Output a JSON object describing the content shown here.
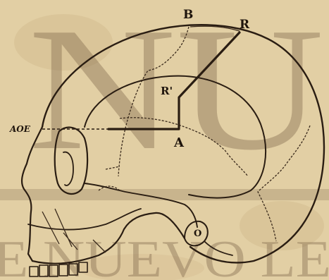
{
  "labels": {
    "b": "B",
    "r": "R",
    "r_prime": "R'",
    "a": "A",
    "aoe": "AOE",
    "o": "O"
  },
  "watermark": {
    "top_text": "NU",
    "bottom_text": "E NUEVO LE"
  },
  "colors": {
    "paper": "#e2cfa4",
    "ink": "#2a1d12",
    "watermark": "#7a6248"
  }
}
